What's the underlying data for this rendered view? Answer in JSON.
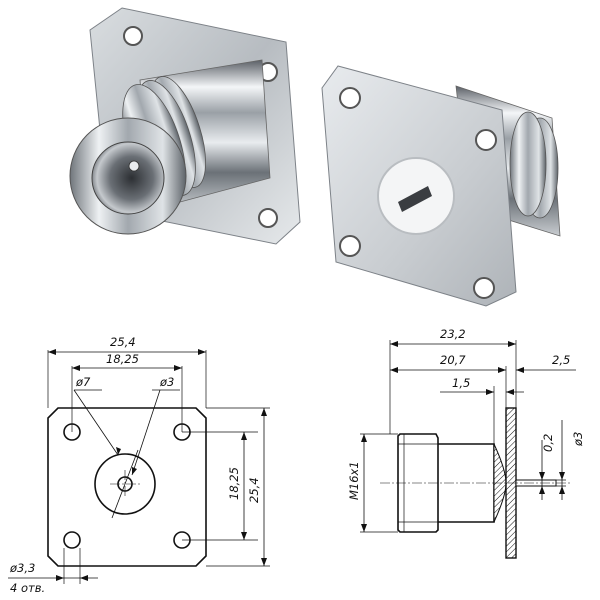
{
  "front_view": {
    "overall_width": "25,4",
    "hole_spacing": "18,25",
    "center_hole": "ø7",
    "pin_hole": "ø3",
    "mount_hole": "ø3,3",
    "mount_hole_count": "4 отв.",
    "height_spacing": "18,25",
    "height_overall": "25,4"
  },
  "side_view": {
    "overall_length": "23,2",
    "body_length": "20,7",
    "flange_offset": "1,5",
    "pin_protrusion": "2,5",
    "thread": "M16x1",
    "pin_gap": "0,2",
    "pin_diameter": "ø3"
  }
}
